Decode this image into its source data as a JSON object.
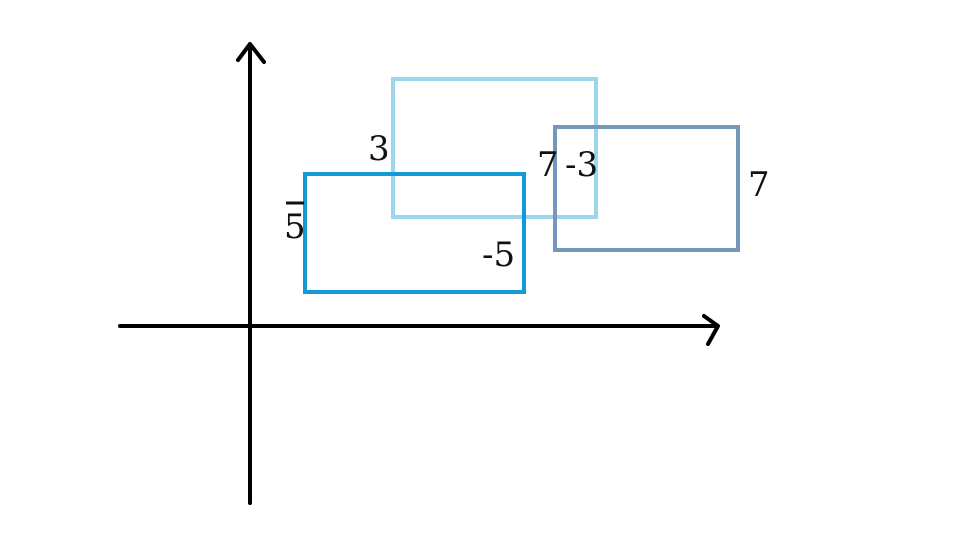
{
  "colors": {
    "axis": "#000000",
    "rect_blue": "#129ad6",
    "rect_light_blue": "#9bd6ea",
    "rect_slate": "#7597b9",
    "label": "#111111"
  },
  "labels": {
    "blue_left": "5",
    "blue_right": "-5",
    "light_left": "3",
    "light_right": "7",
    "slate_left": "-3",
    "slate_right": "7"
  }
}
